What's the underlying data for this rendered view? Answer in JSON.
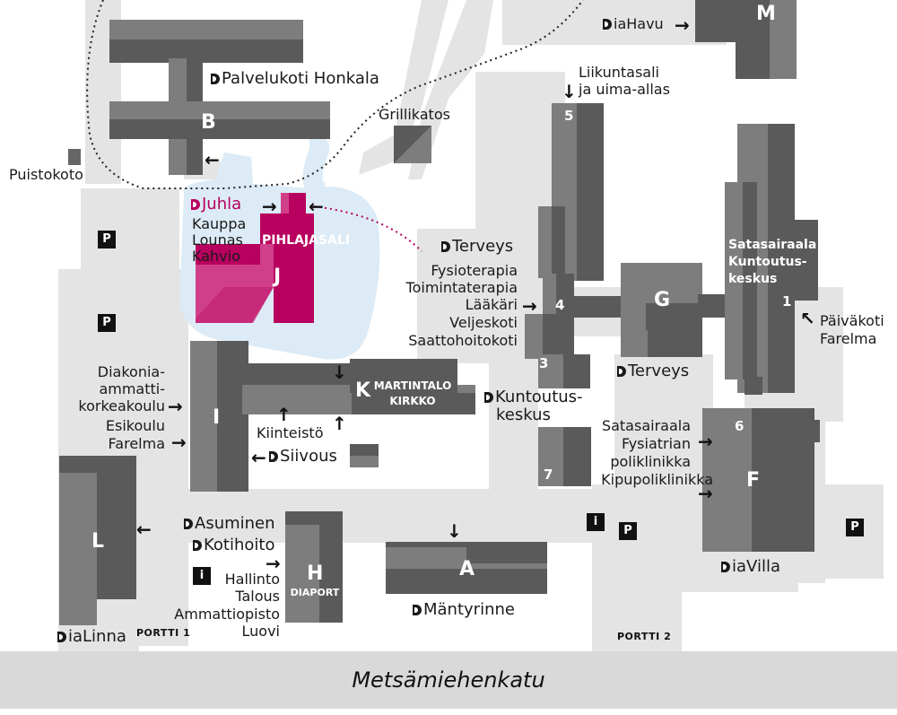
{
  "street": "Metsämiehenkatu",
  "buildings": {
    "A": "A",
    "B": "B",
    "F": "F",
    "G": "G",
    "H": "H",
    "I": "I",
    "J": "J",
    "K": "K",
    "L": "L",
    "M": "M"
  },
  "building_labels": {
    "pihlajasali": "PIHLAJASALI",
    "martintalo": "MARTINTALO",
    "kirkko": "KIRKKO",
    "diaport": "DIAPORT",
    "satasairaala_1": "Satasairaala",
    "satasairaala_2": "Kuntoutus-",
    "satasairaala_3": "keskus"
  },
  "numbers": {
    "n1": "1",
    "n3": "3",
    "n4": "4",
    "n5": "5",
    "n6": "6",
    "n7": "7"
  },
  "labels": {
    "diahavu": "iaHavu",
    "palvelukoti": "Palvelukoti Honkala",
    "liikuntasali_1": "Liikuntasali",
    "liikuntasali_2": "ja uima-allas",
    "grillikatos": "Grillikatos",
    "puistokoto": "Puistokoto",
    "juhla": "Juhla",
    "kauppa": "Kauppa",
    "lounas": "Lounas",
    "kahvio": "Kahvio",
    "terveys_1": "Terveys",
    "fysioterapia": "Fysioterapia",
    "toimintaterapia": "Toimintaterapia",
    "laakari": "Lääkäri",
    "veljeskoti": "Veljeskoti",
    "saattohoitokoti": "Saattohoitokoti",
    "paivakoti": "Päiväkoti",
    "farelma_r": "Farelma",
    "terveys_2": "Terveys",
    "kuntoutus_1": "Kuntoutus-",
    "kuntoutus_2": "keskus",
    "diakonia_1": "Diakonia-",
    "diakonia_2": "ammatti-",
    "diakonia_3": "korkeakoulu",
    "esikoulu": "Esikoulu",
    "farelma_l": "Farelma",
    "kiinteisto": "Kiinteistö",
    "siivous": "Siivous",
    "sata_1": "Satasairaala",
    "sata_2": "Fysiatrian",
    "sata_3": "poliklinikka",
    "sata_4": "Kipupoliklinikka",
    "asuminen": "Asuminen",
    "kotihoito": "Kotihoito",
    "hallinto": "Hallinto",
    "talous": "Talous",
    "ammattiopisto": "Ammattiopisto",
    "luovi": "Luovi",
    "mantyrinne": "Mäntyrinne",
    "diavilla": "iaVilla",
    "dialinna": "iaLinna"
  },
  "portti": {
    "p1": "PORTTI 1",
    "p2": "PORTTI 2"
  },
  "badges": {
    "parking": "P",
    "info": "i"
  },
  "colors": {
    "road": "#e4e4e4",
    "building_dark": "#5a5a5a",
    "building_light": "#7d7d7d",
    "accent": "#b8005f",
    "water": "#dcebf5"
  }
}
